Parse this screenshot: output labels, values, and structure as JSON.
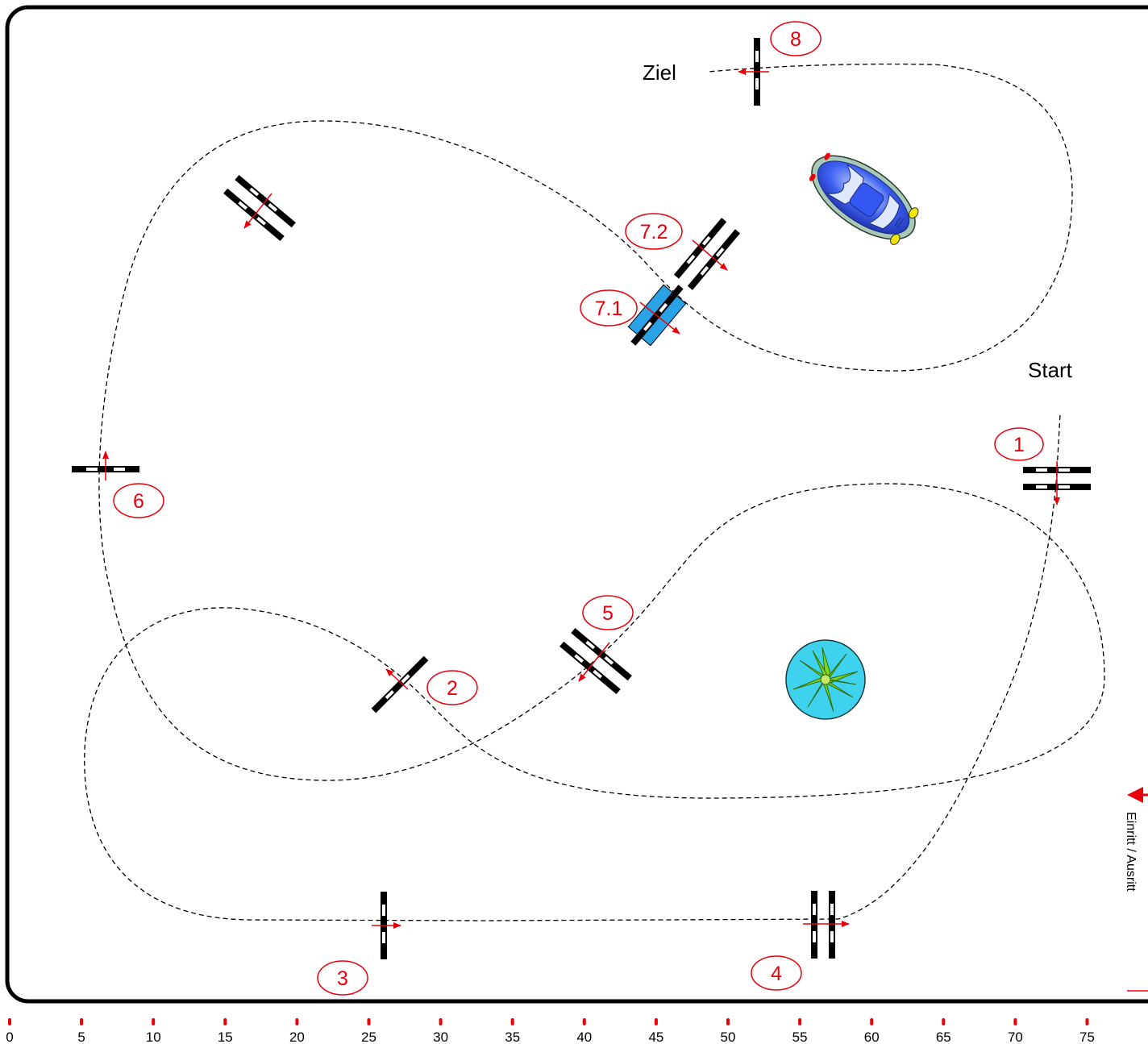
{
  "labels": {
    "start": "Start",
    "finish": "Ziel",
    "entry_exit": "Einritt / Ausritt"
  },
  "obstacles": [
    {
      "id": "1",
      "label": "1",
      "kind": "double-pole"
    },
    {
      "id": "2",
      "label": "2",
      "kind": "single-pole"
    },
    {
      "id": "3",
      "label": "3",
      "kind": "single-pole"
    },
    {
      "id": "4",
      "label": "4",
      "kind": "double-pole"
    },
    {
      "id": "5",
      "label": "5",
      "kind": "double-pole"
    },
    {
      "id": "6",
      "label": "6",
      "kind": "single-pole"
    },
    {
      "id": "7_1",
      "label": "7.1",
      "kind": "water-jump"
    },
    {
      "id": "7_2",
      "label": "7.2",
      "kind": "double-pole"
    },
    {
      "id": "8",
      "label": "8",
      "kind": "single-pole"
    }
  ],
  "scale": {
    "ticks": [
      "0",
      "5",
      "10",
      "15",
      "20",
      "25",
      "30",
      "35",
      "40",
      "45",
      "50",
      "55",
      "60",
      "65",
      "70",
      "75"
    ]
  },
  "decorations": [
    "car-icon",
    "plant-icon"
  ],
  "colors": {
    "number_red": "#e8000b",
    "arrow_red": "#e8000b",
    "pole_black": "#000000",
    "water_blue": "#29a3e6",
    "plant_cyan": "#3fd2ee",
    "plant_green": "#7fd61f",
    "car_blue": "#2a4ee0"
  }
}
